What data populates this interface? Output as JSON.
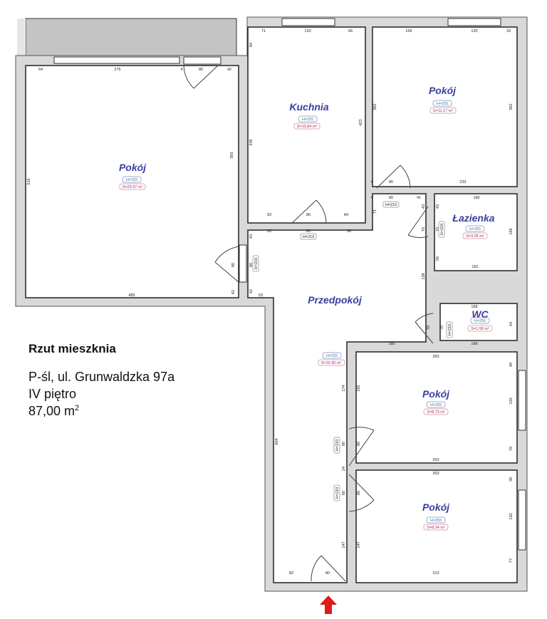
{
  "info": {
    "title": "Rzut mieszknia",
    "address": "P-śl, ul. Grunwaldzka 97a",
    "floor": "IV piętro",
    "area_value": "87,00 m",
    "area_sup": "2"
  },
  "rooms": [
    {
      "name": "Pokój",
      "height": "H=255",
      "area": "S=23.97 m²"
    },
    {
      "name": "Kuchnia",
      "height": "H=255",
      "area": "S=10.84 m²"
    },
    {
      "name": "Pokój",
      "height": "H=255",
      "area": "S=11.17 m²"
    },
    {
      "name": "Łazienka",
      "height": "H=255",
      "area": "S=3.05 m²"
    },
    {
      "name": "Przedpokój",
      "height": "H=255",
      "area": "S=19.30 m²"
    },
    {
      "name": "WC",
      "height": "H=255",
      "area": "S=1.58 m²"
    },
    {
      "name": "Pokój",
      "height": "H=255",
      "area": "S=8.73 m²"
    },
    {
      "name": "Pokój",
      "height": "H=255",
      "area": "S=8.34 m²"
    }
  ],
  "door_height": "H=210",
  "dims": [
    "64",
    "275",
    "4",
    "80",
    "42",
    "516",
    "393",
    "485",
    "80",
    "42",
    "71",
    "120",
    "66",
    "84",
    "339",
    "423",
    "93",
    "80",
    "84",
    "165",
    "120",
    "33",
    "362",
    "362",
    "4",
    "80",
    "233",
    "4",
    "80",
    "41",
    "43",
    "43",
    "180",
    "71",
    "93",
    "80",
    "96",
    "43",
    "80",
    "42",
    "53",
    "169",
    "70",
    "70",
    "56",
    "181",
    "138",
    "168",
    "70",
    "70",
    "54",
    "185",
    "168",
    "353",
    "49",
    "174",
    "162",
    "120",
    "80",
    "80",
    "78",
    "353",
    "24",
    "353",
    "39",
    "80",
    "80",
    "120",
    "147",
    "147",
    "77",
    "82",
    "80",
    "313",
    "604"
  ],
  "colors": {
    "wall": "#d9d9d9",
    "balcony": "#c4c4c4",
    "room_label": "#3a3ea0",
    "entry_arrow": "#e01b1b"
  }
}
